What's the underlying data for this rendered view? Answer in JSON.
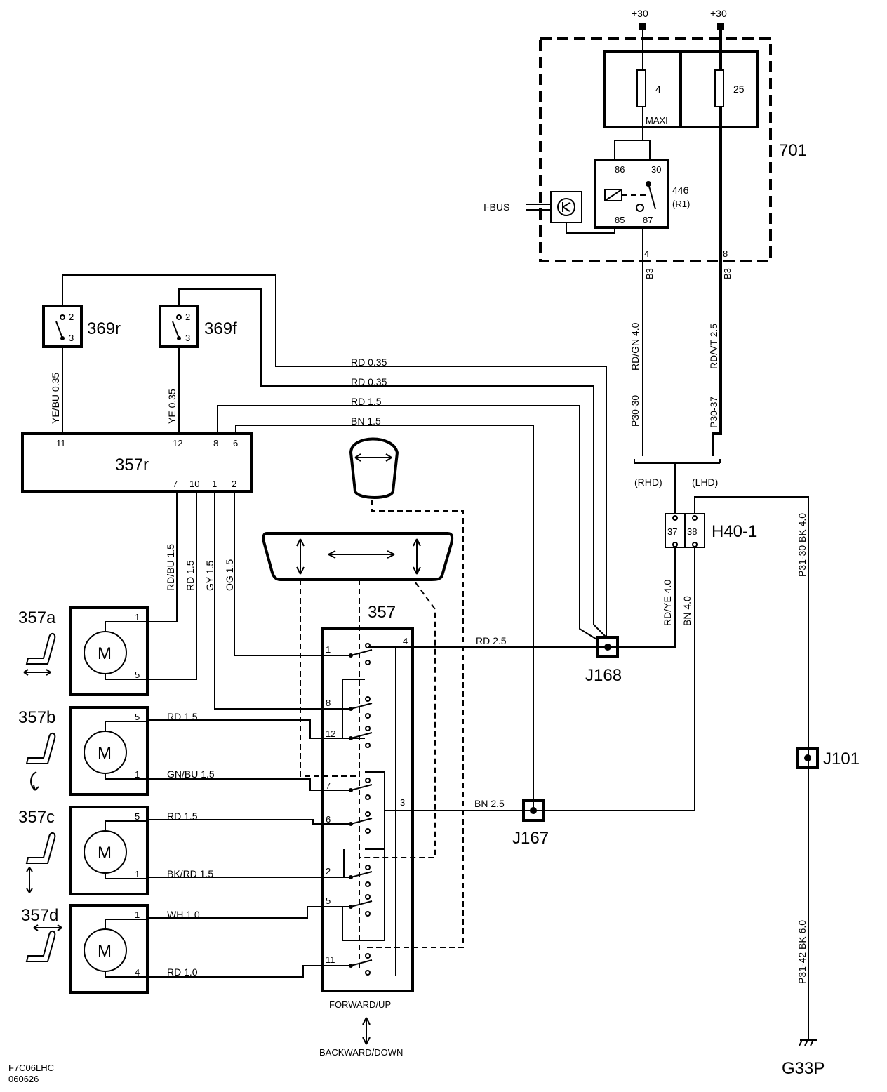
{
  "supply": {
    "plus30_left": "+30",
    "plus30_right": "+30"
  },
  "fusebox": {
    "id": "701",
    "fuse1": "4",
    "fuse1_type": "MAXI",
    "fuse2": "25"
  },
  "relay": {
    "id": "446",
    "sub": "(R1)",
    "p86": "86",
    "p30": "30",
    "p85": "85",
    "p87": "87",
    "ibus": "I-BUS"
  },
  "conn_b3": {
    "pin_left": "4",
    "pin_right": "8",
    "name": "B3"
  },
  "wires_top": {
    "left_color": "RD/GN  4.0",
    "left_name": "P30-30",
    "right_color": "RD/VT  2.5",
    "right_name": "P30-37"
  },
  "variants": {
    "rhd": "(RHD)",
    "lhd": "(LHD)"
  },
  "h40": {
    "id": "H40-1",
    "p37": "37",
    "p38": "38"
  },
  "wires_mid": {
    "rdye": "RD/YE  4.0",
    "bn": "BN  4.0",
    "p3130": "P31-30  BK  4.0",
    "p3142": "P31-42 BK  6.0"
  },
  "switches": {
    "s369r": "369r",
    "s369f": "369f",
    "pin2": "2",
    "pin3": "3",
    "w_r": "YE/BU 0.35",
    "w_f": "YE  0.35"
  },
  "module357r": {
    "id": "357r",
    "p11": "11",
    "p12": "12",
    "p8": "8",
    "p6": "6",
    "p7": "7",
    "p10": "10",
    "p1": "1",
    "p2": "2"
  },
  "harness": {
    "rd035a": "RD 0.35",
    "rd035b": "RD 0.35",
    "rd15": "RD  1.5",
    "bn15": "BN  1.5",
    "rdbu": "RD/BU 1.5",
    "rd15v": "RD  1.5",
    "gy": "GY  1.5",
    "og": "OG 1.5",
    "rd25": "RD  2.5",
    "bn25": "BN  2.5"
  },
  "junctions": {
    "j168": "J168",
    "j167": "J167",
    "j101": "J101",
    "g33p": "G33P"
  },
  "switch357": {
    "id": "357",
    "p1": "1",
    "p4": "4",
    "p8": "8",
    "p12": "12",
    "p7": "7",
    "p3": "3",
    "p6": "6",
    "p2": "2",
    "p5": "5",
    "p11": "11",
    "fwd": "FORWARD/UP",
    "back": "BACKWARD/DOWN"
  },
  "motors": [
    {
      "id": "357a",
      "glyph": "M",
      "pa": "1",
      "pb": "5",
      "wa": "",
      "wb": ""
    },
    {
      "id": "357b",
      "glyph": "M",
      "pa": "5",
      "pb": "1",
      "wa": "RD  1.5",
      "wb": "GN/BU  1.5"
    },
    {
      "id": "357c",
      "glyph": "M",
      "pa": "5",
      "pb": "1",
      "wa": "RD   1.5",
      "wb": "BK/RD  1.5"
    },
    {
      "id": "357d",
      "glyph": "M",
      "pa": "1",
      "pb": "4",
      "wa": "WH  1.0",
      "wb": "RD   1.0"
    }
  ],
  "footer": {
    "code": "F7C06LHC",
    "date": "060626"
  }
}
